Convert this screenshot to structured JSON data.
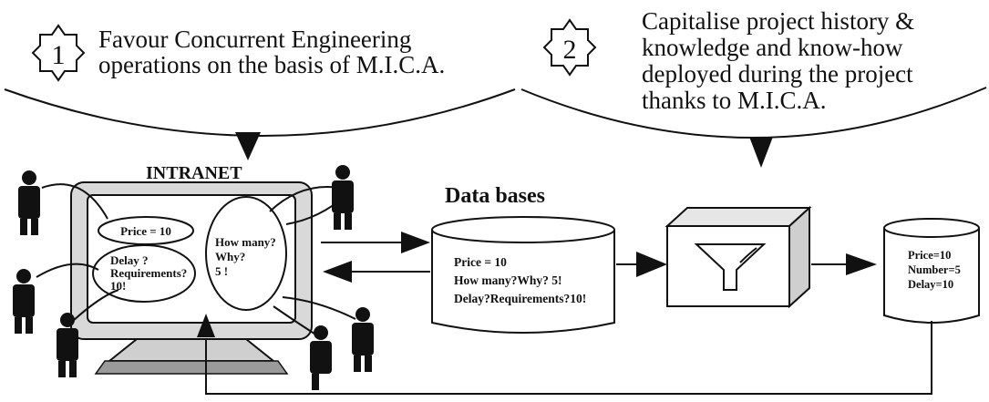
{
  "banner_left": {
    "number": "1",
    "lines": [
      "Favour Concurrent Engineering",
      "operations on the basis of  M.I.C.A."
    ]
  },
  "banner_right": {
    "number": "2",
    "lines": [
      "Capitalise project history  &",
      "knowledge and know-how",
      "deployed during the project",
      "thanks to  M.I.C.A."
    ]
  },
  "intranet": {
    "title": "INTRANET",
    "bubble_price": "Price = 10",
    "bubble_delay": [
      "Delay ?",
      "Requirements?",
      "10!"
    ],
    "bubble_howmany": [
      "How many?",
      "Why?",
      "5 !"
    ]
  },
  "databases": {
    "title": "Data bases",
    "lines": [
      "Price = 10",
      "How many?Why? 5!",
      "Delay?Requirements?10!"
    ]
  },
  "output_db": {
    "lines": [
      "Price=10",
      "Number=5",
      "Delay=10"
    ]
  },
  "colors": {
    "ink": "#111111",
    "gray": "#9a9a9a",
    "light": "#d9d9d9"
  }
}
